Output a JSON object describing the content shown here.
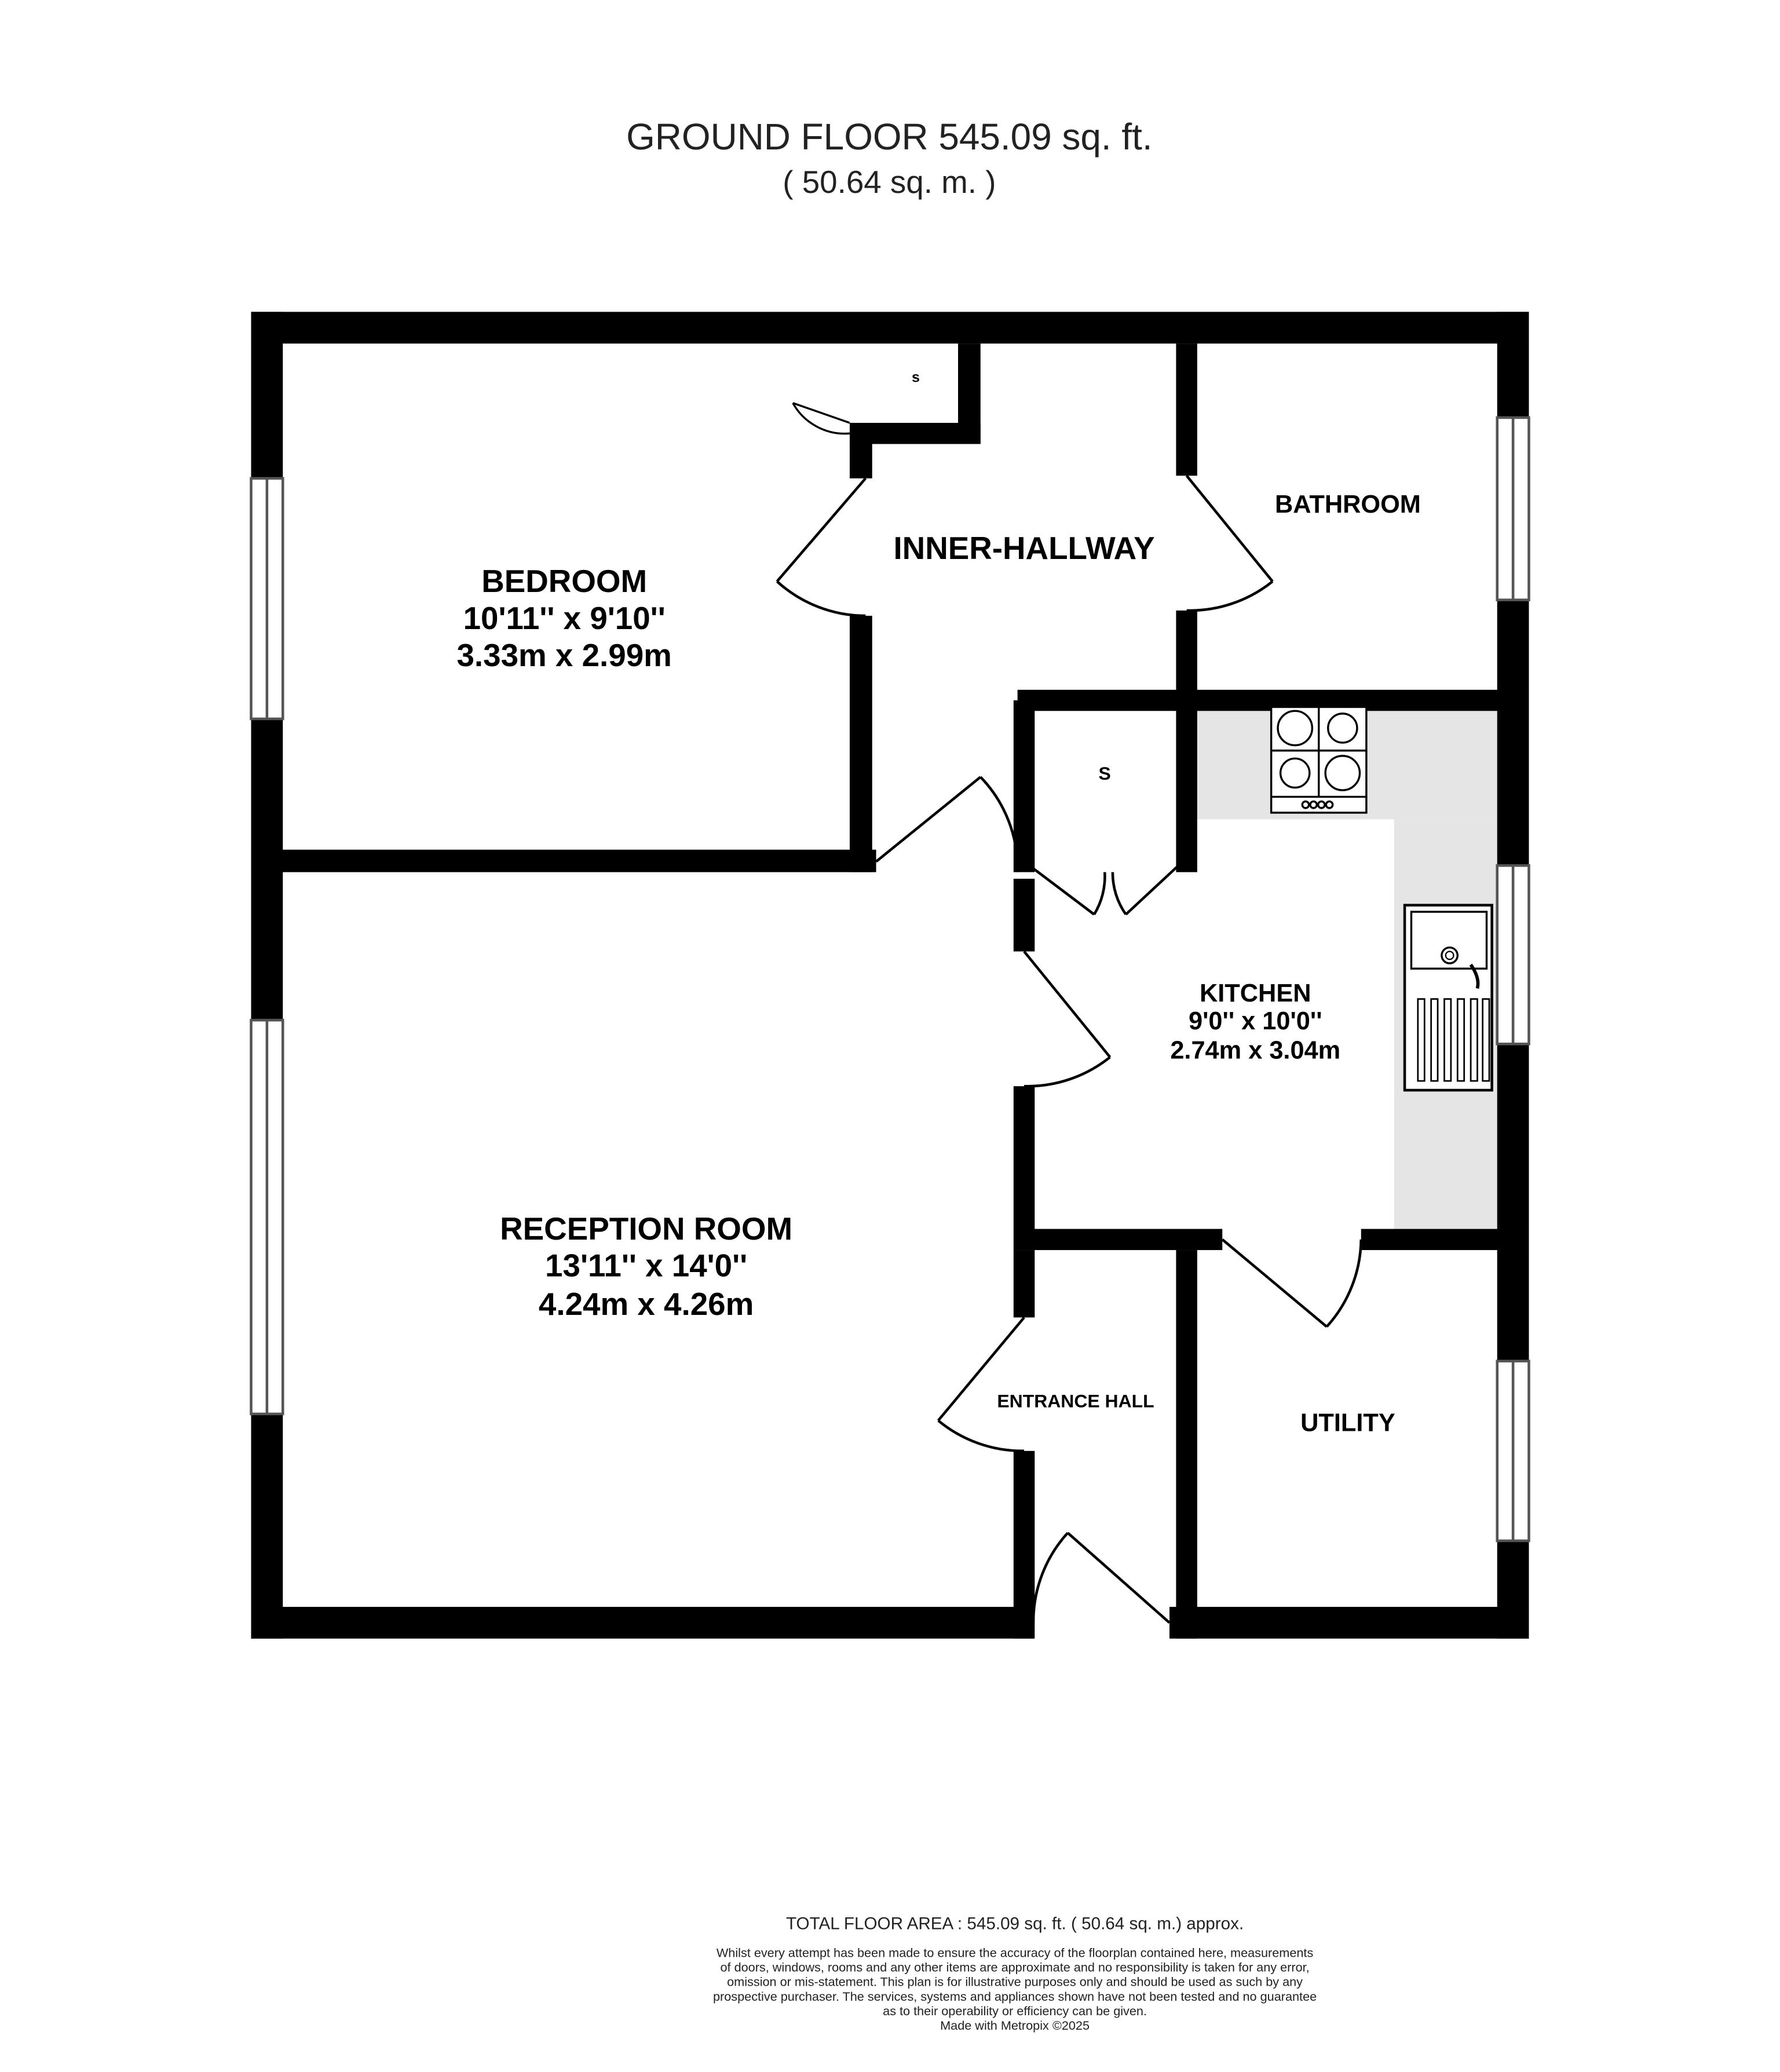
{
  "header": {
    "title": "GROUND FLOOR 545.09 sq. ft.",
    "subtitle": "( 50.64 sq. m. )"
  },
  "rooms": {
    "bedroom": {
      "name": "BEDROOM",
      "imperial": "10'11'' x 9'10''",
      "metric": "3.33m x 2.99m"
    },
    "inner_hallway": {
      "name": "INNER-HALLWAY"
    },
    "bathroom": {
      "name": "BATHROOM"
    },
    "storage_1": {
      "name": "s"
    },
    "storage_2": {
      "name": "S"
    },
    "kitchen": {
      "name": "KITCHEN",
      "imperial": "9'0'' x 10'0''",
      "metric": "2.74m x 3.04m"
    },
    "reception": {
      "name": "RECEPTION ROOM",
      "imperial": "13'11'' x 14'0''",
      "metric": "4.24m x 4.26m"
    },
    "entrance_hall": {
      "name": "ENTRANCE HALL"
    },
    "utility": {
      "name": "UTILITY"
    }
  },
  "footer": {
    "total": "TOTAL FLOOR AREA : 545.09 sq. ft. ( 50.64 sq. m.) approx.",
    "disclaimer": [
      "Whilst every attempt has been made to ensure the accuracy of the floorplan contained here, measurements",
      "of doors, windows, rooms and any other items are approximate and no responsibility is taken for any error,",
      "omission or mis-statement. This plan is for illustrative purposes only and should be used as such by any",
      "prospective purchaser. The services, systems and appliances shown have not been tested and no guarantee",
      "as to their operability or efficiency can be given."
    ],
    "credit": "Made with Metropix ©2025"
  },
  "colors": {
    "wall": "#000000",
    "counter": "#e5e5e5",
    "window": "#ffffff"
  }
}
